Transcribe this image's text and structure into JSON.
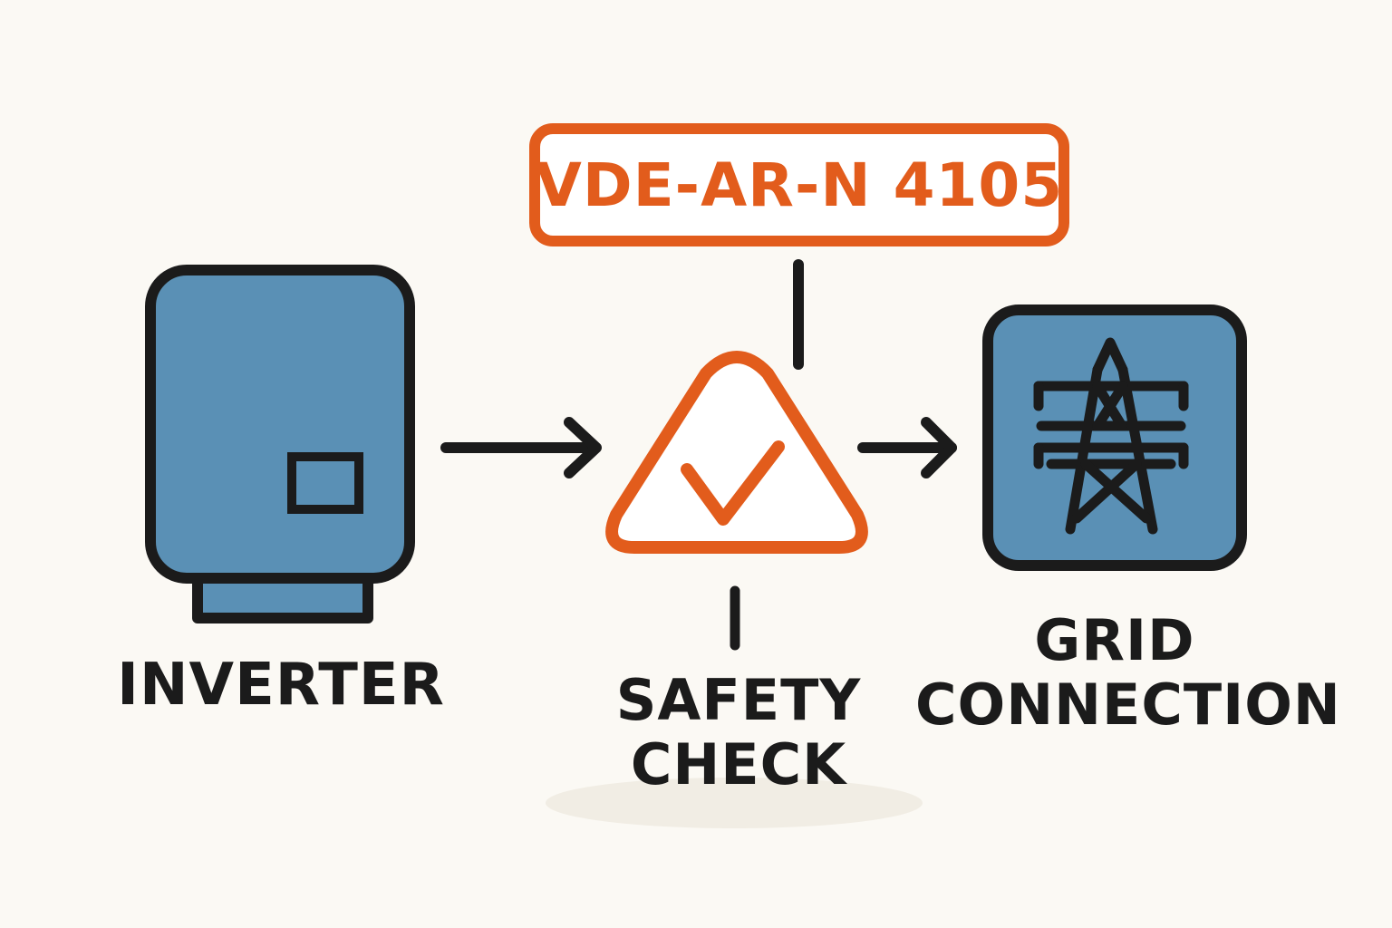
{
  "nodes": {
    "inverter": {
      "label": "INVERTER",
      "icon": "inverter-icon"
    },
    "safety_check": {
      "lines": [
        "SAFETY",
        "CHECK"
      ],
      "icon": "warning-triangle-check-icon"
    },
    "grid_connection": {
      "lines": [
        "GRID",
        "CONNECTION"
      ],
      "icon": "transmission-tower-icon"
    }
  },
  "standard": {
    "label": "VDE-AR-N 4105"
  },
  "colors": {
    "background": "#fbf9f4",
    "device_blue": "#5a90b5",
    "outline": "#1b1b1b",
    "accent_orange": "#e25c1c"
  }
}
